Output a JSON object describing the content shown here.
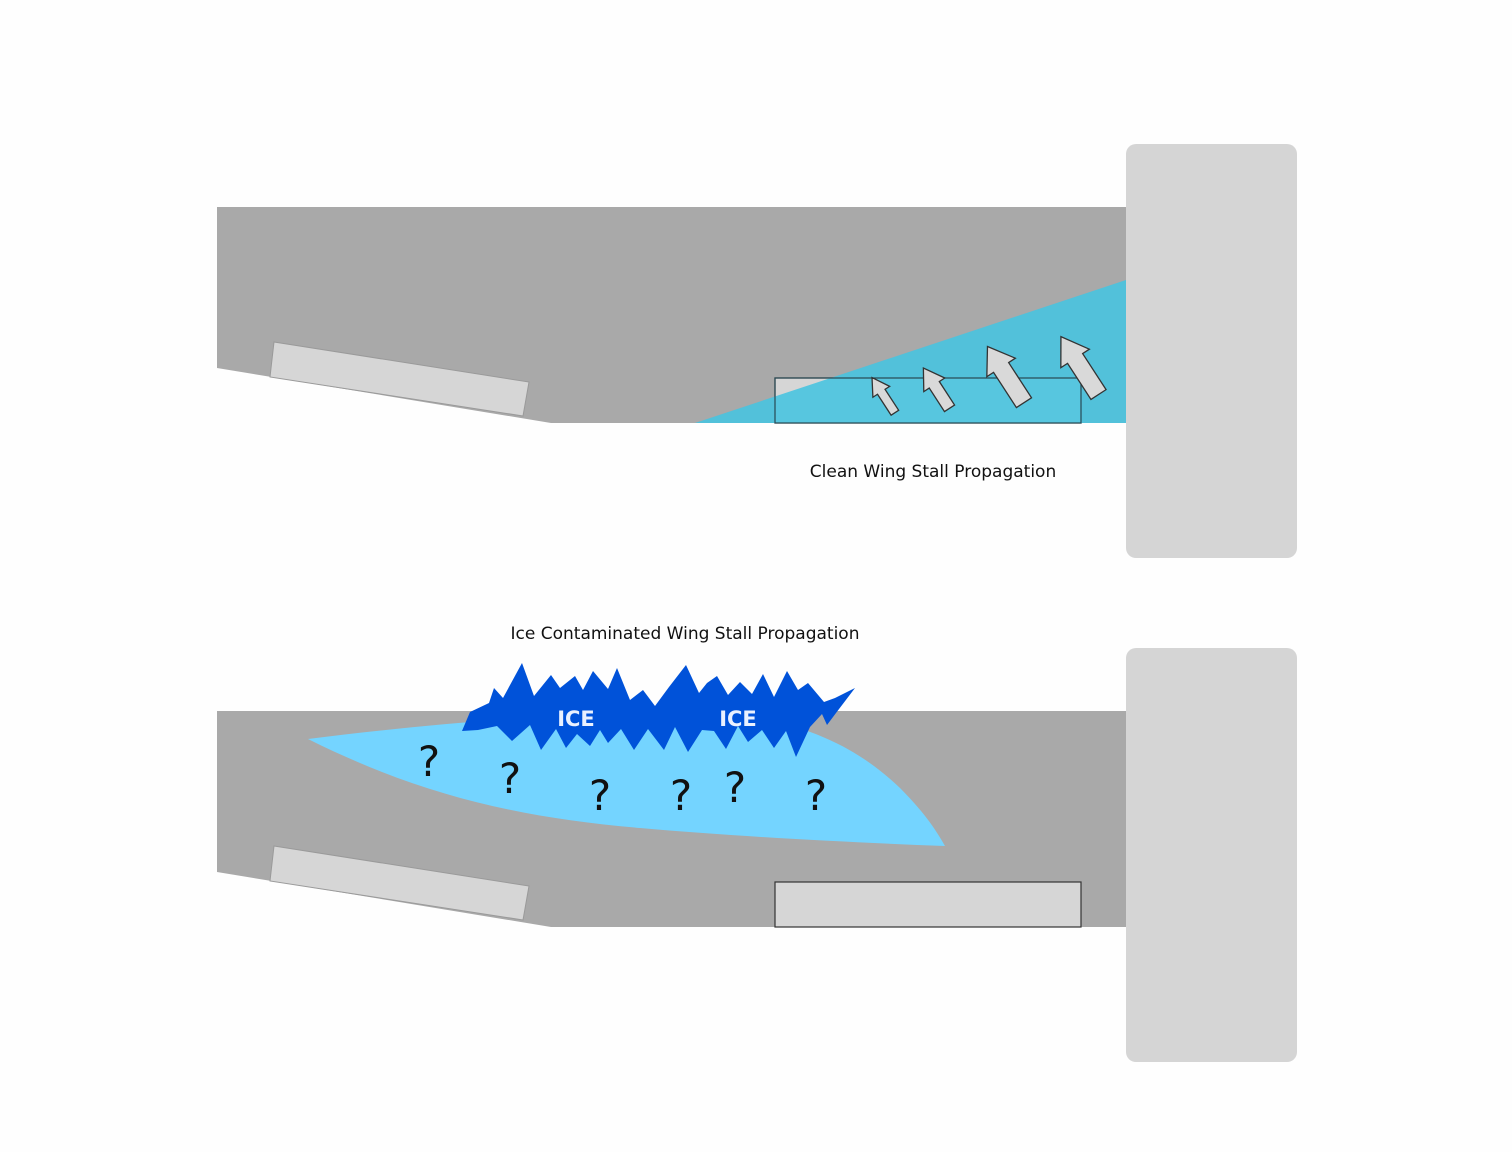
{
  "colors": {
    "background": "#fefefe",
    "wing": "#a9a9a9",
    "fuselage": "#d5d5d5",
    "control_surface": "#d6d6d6",
    "stall_region_clean": "#45c4e0",
    "stall_region_iced": "#74d4ff",
    "ice": "#0052d9",
    "ice_label": "#eaf1ff",
    "arrow_fill": "#d9d9d9",
    "arrow_stroke": "#333333",
    "text": "#111111"
  },
  "clean_wing": {
    "caption": "Clean Wing Stall Propagation"
  },
  "iced_wing": {
    "caption": "Ice Contaminated Wing Stall Propagation",
    "ice_labels": [
      "ICE",
      "ICE"
    ],
    "unknown_marks": [
      "?",
      "?",
      "?",
      "?",
      "?",
      "?"
    ]
  }
}
